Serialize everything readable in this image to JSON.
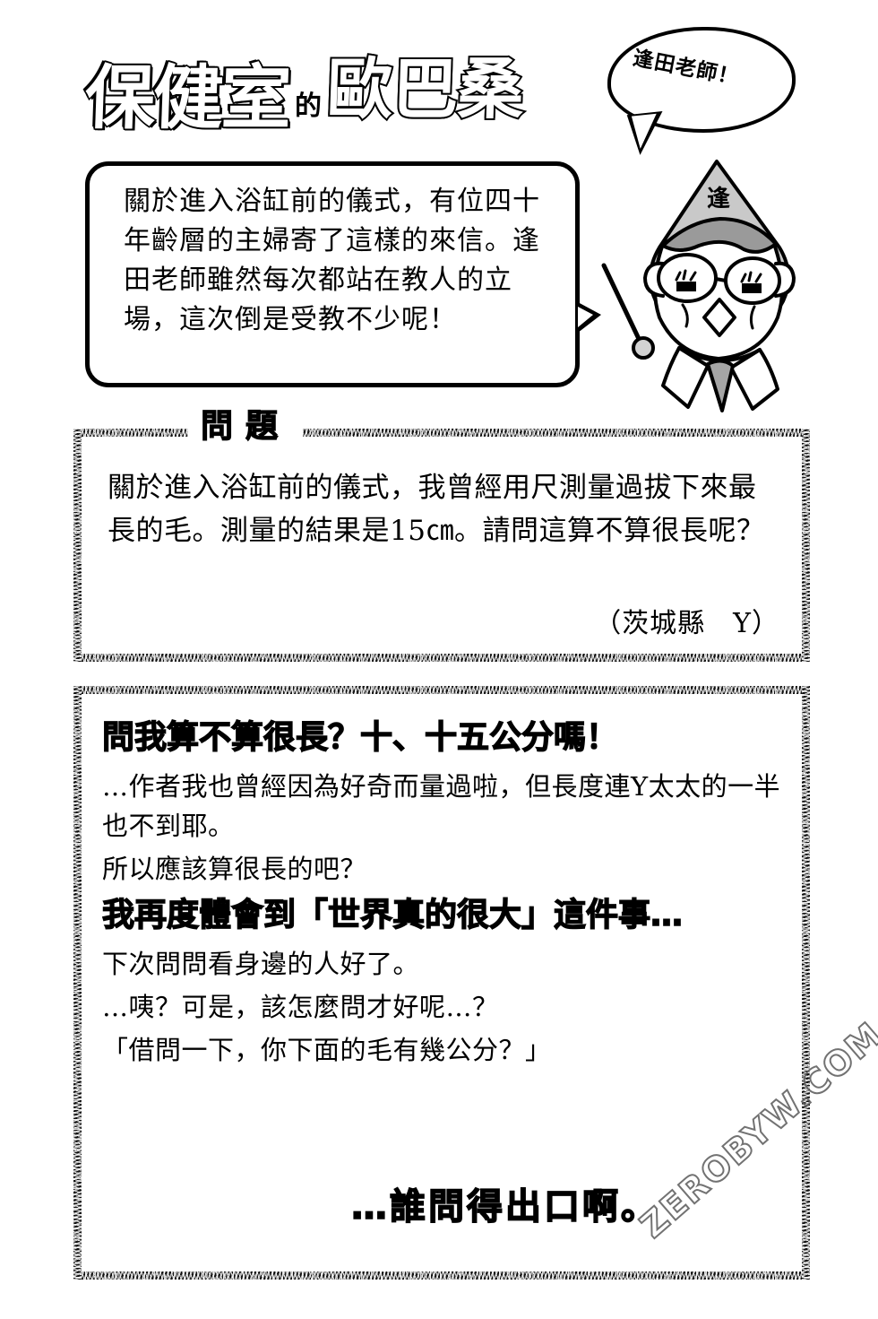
{
  "title": {
    "main": "保健室",
    "particle": "的",
    "sub": "歐巴桑"
  },
  "callout": {
    "text": "逢田老師！"
  },
  "character": {
    "hood_label": "逢",
    "name": "nurse-teacher-aida"
  },
  "intro": {
    "text": "關於進入浴缸前的儀式，有位四十年齡層的主婦寄了這樣的來信。逢田老師雖然每次都站在教人的立場，這次倒是受教不少呢！"
  },
  "question": {
    "heading": "問題",
    "text": "關於進入浴缸前的儀式，我曾經用尺測量過拔下來最長的毛。測量的結果是15㎝。請問這算不算很長呢？",
    "signature": "（茨城縣　Y）"
  },
  "answer": {
    "headline_1": "問我算不算很長？十、十五公分嗎！",
    "paragraph_1": "…作者我也曾經因為好奇而量過啦，但長度連Y太太的一半也不到耶。",
    "paragraph_2": "所以應該算很長的吧？",
    "headline_2": "我再度體會到「世界真的很大」這件事…",
    "paragraph_3": "下次問問看身邊的人好了。",
    "paragraph_4": "…咦？可是，該怎麼問才好呢…？",
    "paragraph_5": "「借問一下，你下面的毛有幾公分？」",
    "punchline": "…誰問得出口啊。"
  },
  "watermark": {
    "text": "ZEROBYW.COM"
  },
  "colors": {
    "ink": "#000000",
    "paper": "#ffffff",
    "watermark": "#5a5a5a",
    "shade": "#b8b8b8"
  }
}
